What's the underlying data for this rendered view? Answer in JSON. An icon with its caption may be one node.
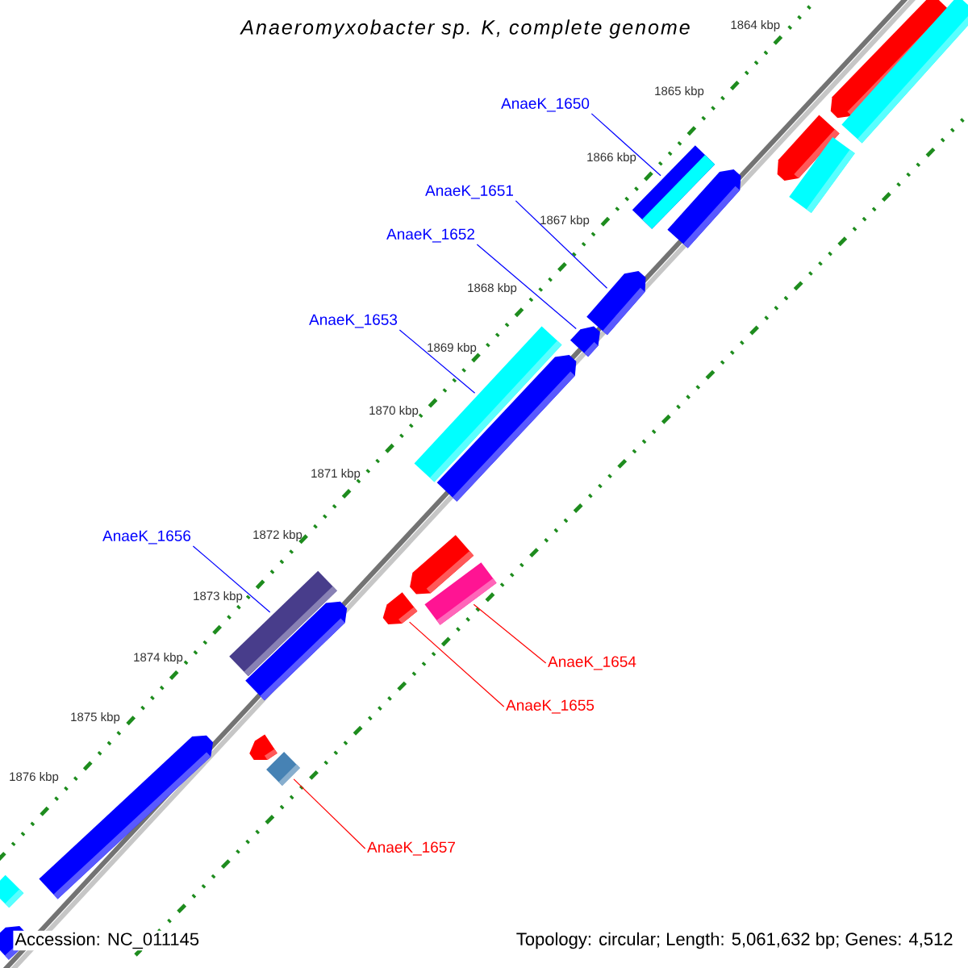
{
  "diagram": {
    "title": "Anaeromyxobacter sp. K, complete genome",
    "nodes": [
      {
        "text": [
          "AnaeK_1650"
        ]
      },
      {
        "text": [
          "AnaeK_1651"
        ]
      },
      {
        "text": [
          "AnaeK_1652"
        ]
      },
      {
        "text": [
          "AnaeK_1653"
        ]
      },
      {
        "text": [
          "AnaeK_1656"
        ]
      },
      {
        "text": [
          "AnaeK_1654"
        ]
      },
      {
        "text": [
          "AnaeK_1655"
        ]
      },
      {
        "text": [
          "AnaeK_1657"
        ]
      },
      {
        "text": [],
        "shape": "bar"
      },
      {
        "text": [],
        "shape": "bar"
      },
      {
        "text": [],
        "shape": "bar"
      },
      {
        "text": [],
        "shape": "bar"
      },
      {
        "text": [],
        "shape": "bar"
      },
      {
        "text": [],
        "shape": "bar"
      },
      {
        "text": [],
        "shape": "bar"
      },
      {
        "text": [],
        "shape": "bar"
      },
      {
        "text": [],
        "shape": "bar"
      },
      {
        "text": [],
        "shape": "bar"
      },
      {
        "text": [],
        "shape": "bar"
      },
      {
        "text": [],
        "shape": "bar"
      },
      {
        "text": [],
        "shape": "bar"
      },
      {
        "text": [],
        "shape": "bar"
      },
      {
        "text": [],
        "shape": "bar"
      },
      {
        "text": [],
        "shape": "bar"
      },
      {
        "text": [],
        "shape": "bar"
      },
      {
        "text": [],
        "shape": "bar"
      },
      {
        "text": [],
        "shape": "bar"
      },
      {
        "text": [],
        "shape": "bar"
      }
    ],
    "edges": [
      {
        "from": 0,
        "to": 10,
        "arrow": "none"
      },
      {
        "from": 1,
        "to": 14,
        "arrow": "none"
      },
      {
        "from": 2,
        "to": 15,
        "arrow": "none"
      },
      {
        "from": 3,
        "to": 16,
        "arrow": "none"
      },
      {
        "from": 4,
        "to": 21,
        "arrow": "none"
      },
      {
        "from": 5,
        "to": 19,
        "arrow": "none",
        "color": "#ff0000"
      },
      {
        "from": 6,
        "to": 20,
        "arrow": "none",
        "color": "#ff0000"
      },
      {
        "from": 7,
        "to": 25,
        "arrow": "none",
        "color": "#ff0000"
      }
    ],
    "labels": [
      "1864 kbp",
      "1865 kbp",
      "1866 kbp",
      "1867 kbp",
      "1868 kbp",
      "1869 kbp",
      "1870 kbp",
      "1871 kbp",
      "1872 kbp",
      "1873 kbp",
      "1874 kbp",
      "1875 kbp",
      "1876 kbp",
      "Accession: NC_011145",
      "Topology: circular; Length: 5,061,632 bp; Genes: 4,512"
    ]
  }
}
